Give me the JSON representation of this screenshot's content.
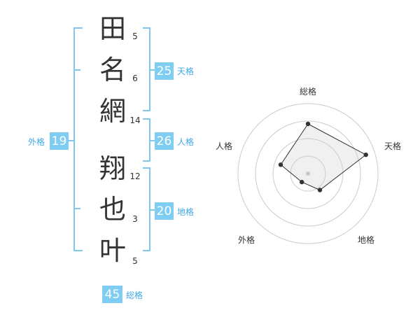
{
  "name_chars": [
    {
      "char": "田",
      "strokes": "5"
    },
    {
      "char": "名",
      "strokes": "6"
    },
    {
      "char": "網",
      "strokes": "14"
    },
    {
      "char": "翔",
      "strokes": "12"
    },
    {
      "char": "也",
      "strokes": "3"
    },
    {
      "char": "叶",
      "strokes": "5"
    }
  ],
  "kaku": {
    "tenkaku": {
      "value": "25",
      "label": "天格"
    },
    "jinkaku": {
      "value": "26",
      "label": "人格"
    },
    "chikaku": {
      "value": "20",
      "label": "地格"
    },
    "gaikaku": {
      "value": "19",
      "label": "外格"
    },
    "soukaku": {
      "value": "45",
      "label": "総格"
    }
  },
  "colors": {
    "accent": "#7fcdf2",
    "accent_text": "#3fa9e3",
    "bracket": "#80c8ee"
  },
  "chart_data": {
    "type": "radar",
    "axes": [
      "総格",
      "天格",
      "地格",
      "外格",
      "人格"
    ],
    "rings": 4,
    "values_fraction": [
      0.71,
      0.87,
      0.29,
      0.15,
      0.41
    ],
    "center_marker": true,
    "grid": true
  }
}
